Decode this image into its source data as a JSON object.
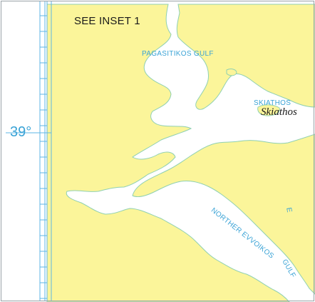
{
  "map": {
    "inset_label": "SEE INSET 1",
    "water_labels": {
      "pagasitikos": "PAGASITIKOS GULF",
      "skiathos_caps": "SKIATHOS",
      "northern_evvoikos": "NORTHER EVVOIKOS",
      "gulf_fragment": "GULF",
      "edge_fragment": "E"
    },
    "island_label": "Skiathos",
    "latitude_label": "39°",
    "colors": {
      "land": "#fbf59a",
      "water": "#ffffff",
      "coast": "#8fd0b2",
      "grid": "#5db6e4",
      "label_blue": "#3aa3d6",
      "text": "#1a1a1a"
    }
  }
}
